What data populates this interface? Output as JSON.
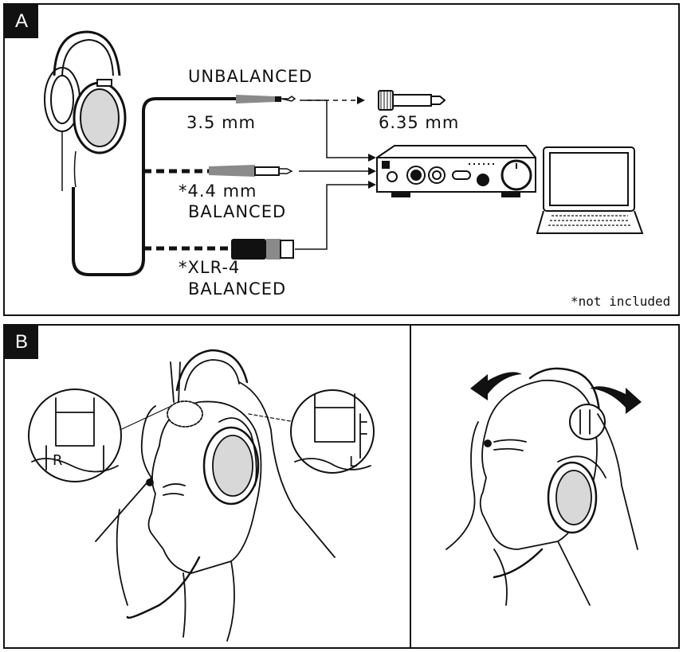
{
  "panel_a": {
    "badge": "A",
    "unbalanced_label": "UNBALANCED",
    "size_35": "3.5 mm",
    "size_635": "6.35 mm",
    "size_44": "*4.4 mm",
    "balanced_label_1": "BALANCED",
    "xlr_label": "*XLR-4",
    "balanced_label_2": "BALANCED",
    "footnote": "*not included"
  },
  "panel_b": {
    "badge": "B",
    "right_marker": "R",
    "left_marker": "L"
  },
  "colors": {
    "ink": "#111111",
    "grey_plug": "#8a8a8a",
    "bg": "#ffffff"
  },
  "icons": [
    "headphones-icon",
    "amplifier-icon",
    "laptop-icon",
    "jack-adapter-icon",
    "xlr-plug-icon",
    "rotate-arrows-icon"
  ]
}
